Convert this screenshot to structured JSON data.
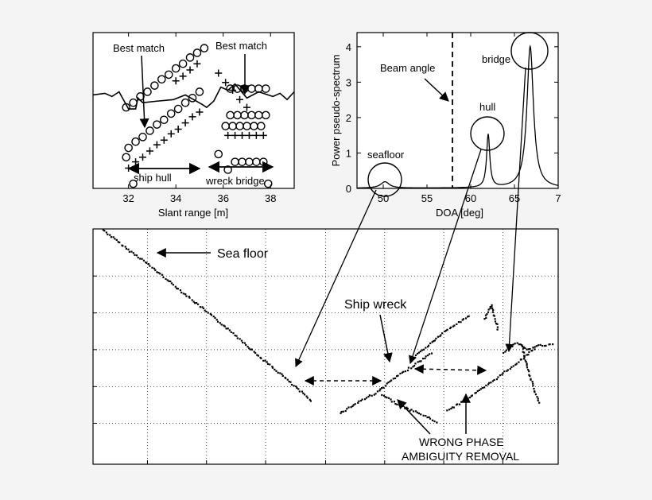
{
  "chart_data": [
    {
      "type": "scatter",
      "xlabel": "Slant range [m]",
      "xlim": [
        30.5,
        39
      ],
      "ylim": [
        0,
        1
      ],
      "xticks": [
        "32",
        "34",
        "36",
        "38"
      ],
      "series": [
        {
          "marker": "circle",
          "x": [
            31.9,
            32.2,
            32.5,
            32.8,
            33.1,
            33.4,
            33.7,
            34.0,
            34.3,
            34.6,
            34.9,
            35.2
          ],
          "y": [
            0.52,
            0.55,
            0.59,
            0.62,
            0.66,
            0.7,
            0.73,
            0.77,
            0.8,
            0.84,
            0.87,
            0.9
          ]
        },
        {
          "marker": "circle",
          "x": [
            32.0,
            32.3,
            32.6,
            32.9,
            33.2,
            33.5,
            33.8,
            34.1,
            34.4,
            34.7,
            35.0
          ],
          "y": [
            0.26,
            0.3,
            0.33,
            0.37,
            0.41,
            0.44,
            0.48,
            0.51,
            0.55,
            0.58,
            0.62
          ]
        },
        {
          "marker": "circle",
          "x": [
            31.9,
            32.2
          ],
          "y": [
            0.2,
            0.03
          ]
        },
        {
          "marker": "plus",
          "x": [
            32.0,
            32.3,
            32.6,
            32.9,
            33.2,
            33.5,
            33.8,
            34.1,
            34.4,
            34.7,
            35.0
          ],
          "y": [
            0.13,
            0.17,
            0.2,
            0.24,
            0.28,
            0.31,
            0.35,
            0.38,
            0.42,
            0.46,
            0.49
          ]
        },
        {
          "marker": "plus",
          "x": [
            34.0,
            34.3,
            34.6,
            34.9
          ],
          "y": [
            0.69,
            0.72,
            0.76,
            0.8
          ]
        },
        {
          "marker": "plus",
          "x": [
            35.8,
            36.1,
            36.4,
            36.7,
            37.0
          ],
          "y": [
            0.74,
            0.68,
            0.63,
            0.57,
            0.52
          ]
        },
        {
          "marker": "circle",
          "x": [
            36.3,
            36.6,
            36.9,
            37.2,
            37.5,
            37.8
          ],
          "y": [
            0.64,
            0.64,
            0.64,
            0.64,
            0.64,
            0.64
          ]
        },
        {
          "marker": "circle",
          "x": [
            36.3,
            36.6,
            36.9,
            37.2,
            37.5,
            37.8
          ],
          "y": [
            0.47,
            0.47,
            0.47,
            0.47,
            0.47,
            0.47
          ]
        },
        {
          "marker": "circle",
          "x": [
            36.1,
            36.4,
            36.7,
            37.0,
            37.3,
            37.6
          ],
          "y": [
            0.4,
            0.4,
            0.4,
            0.4,
            0.4,
            0.4
          ]
        },
        {
          "marker": "plus",
          "x": [
            36.2,
            36.5,
            36.8,
            37.1,
            37.4,
            37.7
          ],
          "y": [
            0.34,
            0.34,
            0.34,
            0.34,
            0.34,
            0.34
          ]
        },
        {
          "marker": "circle",
          "x": [
            35.8,
            36.2,
            36.5,
            36.8,
            37.1,
            37.4,
            37.7,
            37.9
          ],
          "y": [
            0.22,
            0.12,
            0.17,
            0.17,
            0.17,
            0.17,
            0.17,
            0.03
          ]
        }
      ],
      "profile": {
        "x": [
          30.5,
          31.0,
          31.3,
          31.6,
          32.0,
          32.3,
          32.4,
          32.6,
          33.2,
          33.9,
          34.4,
          35.1,
          35.3,
          35.6,
          35.9,
          36.2,
          36.5,
          37.0,
          37.5,
          38.1,
          38.4,
          38.7,
          39.0
        ],
        "y": [
          0.6,
          0.61,
          0.59,
          0.62,
          0.51,
          0.51,
          0.58,
          0.55,
          0.56,
          0.57,
          0.6,
          0.54,
          0.52,
          0.56,
          0.65,
          0.63,
          0.67,
          0.58,
          0.62,
          0.59,
          0.61,
          0.57,
          0.62
        ]
      },
      "annotations": [
        "Best match",
        "Best match",
        "ship hull",
        "wreck bridge"
      ]
    },
    {
      "type": "line",
      "xlabel": "DOA [deg]",
      "ylabel": "Power pseudo-spectrum",
      "xlim": [
        47,
        70
      ],
      "ylim": [
        0,
        4.4
      ],
      "xticks": [
        "50",
        "55",
        "60",
        "65",
        "7"
      ],
      "yticks": [
        "0",
        "1",
        "2",
        "3",
        "4"
      ],
      "beam_angle": 58,
      "peaks": [
        {
          "label": "seafloor",
          "center": 50.2,
          "height": 0.18,
          "width": 0.6
        },
        {
          "label": "hull",
          "center": 62.0,
          "height": 1.5,
          "width": 0.22
        },
        {
          "label": "bridge",
          "center": 66.8,
          "height": 4.0,
          "width": 0.45
        }
      ],
      "annotations": [
        "Beam angle",
        "seafloor",
        "hull",
        "bridge"
      ]
    },
    {
      "type": "scatter",
      "xlim": [
        0,
        1
      ],
      "ylim": [
        0,
        1
      ],
      "segments": [
        {
          "name": "sea-floor",
          "x": [
            0.02,
            0.07,
            0.1,
            0.15,
            0.2,
            0.25,
            0.3,
            0.35,
            0.4,
            0.44,
            0.47
          ],
          "y": [
            1.0,
            0.92,
            0.88,
            0.8,
            0.72,
            0.64,
            0.56,
            0.47,
            0.39,
            0.32,
            0.27
          ]
        },
        {
          "name": "hull-track",
          "x": [
            0.53,
            0.57,
            0.61,
            0.64,
            0.67,
            0.7,
            0.73
          ],
          "y": [
            0.22,
            0.27,
            0.31,
            0.36,
            0.4,
            0.44,
            0.48
          ]
        },
        {
          "name": "upper-track",
          "x": [
            0.69,
            0.72,
            0.75,
            0.78,
            0.81
          ],
          "y": [
            0.46,
            0.51,
            0.56,
            0.6,
            0.64
          ]
        },
        {
          "name": "lower-track",
          "x": [
            0.62,
            0.66,
            0.7,
            0.74
          ],
          "y": [
            0.3,
            0.25,
            0.22,
            0.18
          ]
        },
        {
          "name": "bridge-track",
          "x": [
            0.76,
            0.8,
            0.84,
            0.88,
            0.92,
            0.95
          ],
          "y": [
            0.23,
            0.28,
            0.33,
            0.39,
            0.45,
            0.5
          ]
        },
        {
          "name": "bridge-right",
          "x": [
            0.92,
            0.93,
            0.94,
            0.95,
            0.96
          ],
          "y": [
            0.51,
            0.43,
            0.36,
            0.3,
            0.26
          ]
        },
        {
          "name": "upper-right",
          "x": [
            0.88,
            0.91,
            0.93,
            0.96,
            0.99
          ],
          "y": [
            0.48,
            0.52,
            0.49,
            0.51,
            0.51
          ]
        },
        {
          "name": "bridge-upper",
          "x": [
            0.84,
            0.855,
            0.86,
            0.87
          ],
          "y": [
            0.62,
            0.68,
            0.64,
            0.57
          ]
        }
      ],
      "annotations": [
        "Sea floor",
        "Ship wreck",
        "WRONG PHASE",
        "AMBIGUITY REMOVAL"
      ]
    }
  ]
}
